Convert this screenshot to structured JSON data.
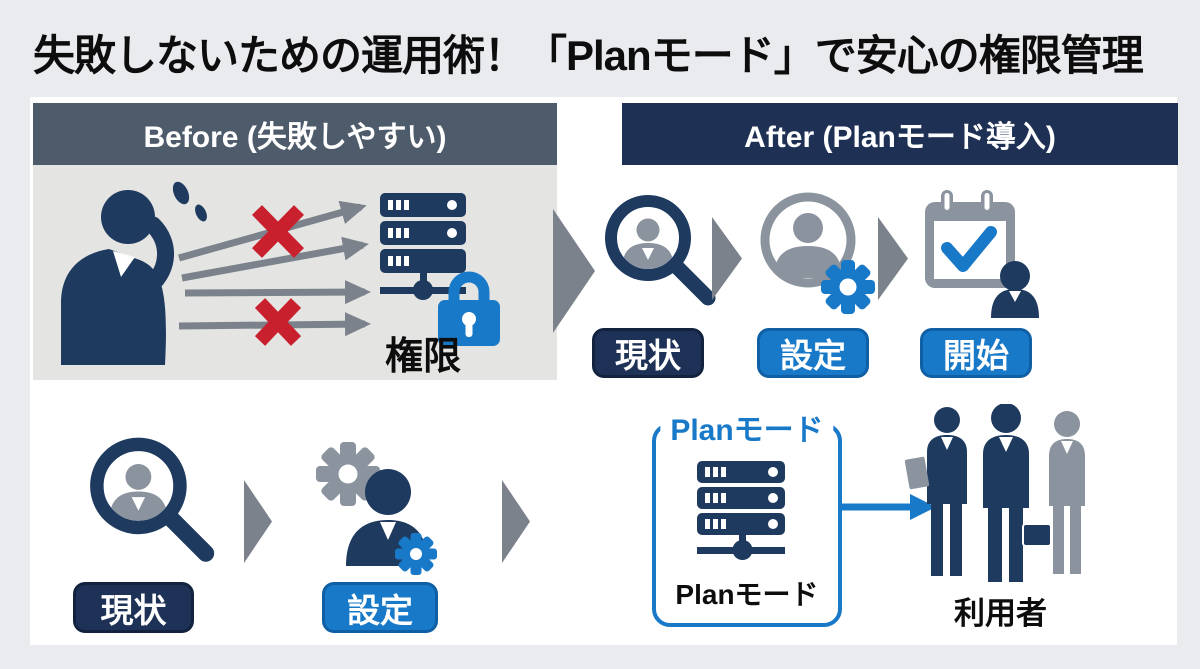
{
  "title": "失敗しないための運用術！「Planモード」で安心の権限管理",
  "before": {
    "header": "Before (失敗しやすい)",
    "permission_label": "権限"
  },
  "after": {
    "header": "After (Planモード導入)",
    "steps": [
      {
        "label": "現状"
      },
      {
        "label": "設定"
      },
      {
        "label": "開始"
      }
    ]
  },
  "bottom": {
    "steps": [
      {
        "label": "現状"
      },
      {
        "label": "設定"
      }
    ],
    "plan_box": {
      "tag": "Planモード",
      "caption": "Planモード"
    },
    "users_label": "利用者"
  },
  "icons": {
    "businessman-phone-icon": "navy silhouette of man on phone with sweat drops",
    "failed-arrow-icon": "gray arrows with red X marks",
    "server-lock-icon": "navy server rack with blue padlock",
    "magnifier-user-icon": "navy magnifying glass over gray user",
    "user-gear-icon": "gray user avatar with blue gear",
    "calendar-check-icon": "gray calendar, blue checkmark, navy user",
    "gears-user-icon": "gray gear, navy user, blue gear",
    "server-icon": "navy server rack with network node",
    "users-group-icon": "three business people silhouettes",
    "chevron-right-icon": "gray triangle arrow",
    "blue-arrow-icon": "blue right arrow"
  },
  "colors": {
    "page_bg": "#e9ebee",
    "card_bg": "#ffffff",
    "before_header_bg": "#4e5b6b",
    "after_header_bg": "#1e3155",
    "before_panel_bg": "#e4e4e2",
    "navy": "#1e3a5f",
    "badge_navy": "#1e3156",
    "blue": "#1879c8",
    "icon_gray": "#8a939e",
    "arrow_gray": "#7b828c",
    "red_x": "#c9202e",
    "text": "#0d0d0d"
  }
}
